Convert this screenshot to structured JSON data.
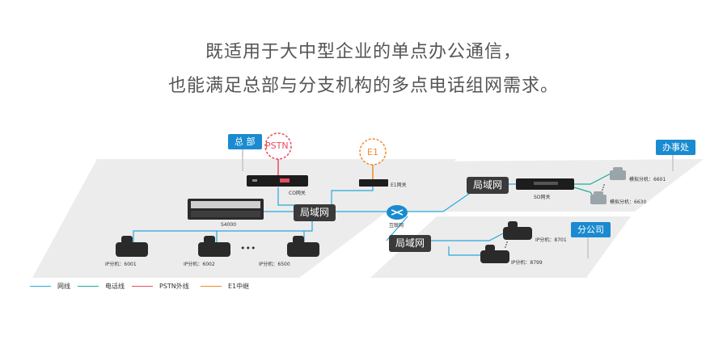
{
  "headline": {
    "line1": "既适用于大中型企业的单点办公通信，",
    "line2": "也能满足总部与分支机构的多点电话组网需求。"
  },
  "sites": {
    "hq": "总 部",
    "office": "办事处",
    "branch": "分公司"
  },
  "nodes": {
    "pstn": "PSTN",
    "e1": "E1",
    "co_gateway": "CO网关",
    "e1_gateway": "E1网关",
    "s_server": "S4000",
    "lan_hq": "局域网",
    "lan_office": "局域网",
    "lan_branch": "局域网",
    "internet": "互联网",
    "so_gateway": "SO网关"
  },
  "phones": {
    "hq": [
      {
        "label": "IP分机：6001"
      },
      {
        "label": "IP分机：6002"
      },
      {
        "label": "IP分机：6500"
      }
    ],
    "hq_ellipsis": "•••",
    "office": [
      {
        "label": "模拟分机：6601"
      },
      {
        "label": "模拟分机：6630"
      }
    ],
    "branch": [
      {
        "label": "IP分机：8701"
      },
      {
        "label": "IP分机：8799"
      }
    ]
  },
  "legend": [
    {
      "label": "网线",
      "color": "#2aa7e0"
    },
    {
      "label": "电话线",
      "color": "#23a89a"
    },
    {
      "label": "PSTN外线",
      "color": "#e84a5f"
    },
    {
      "label": "E1中继",
      "color": "#f08a2c"
    }
  ],
  "colors": {
    "network": "#2aa7e0",
    "phone_line": "#23a89a",
    "pstn": "#e84a5f",
    "e1": "#f08a2c",
    "tag": "#1a8bd0",
    "lan": "#3a3a3a"
  }
}
